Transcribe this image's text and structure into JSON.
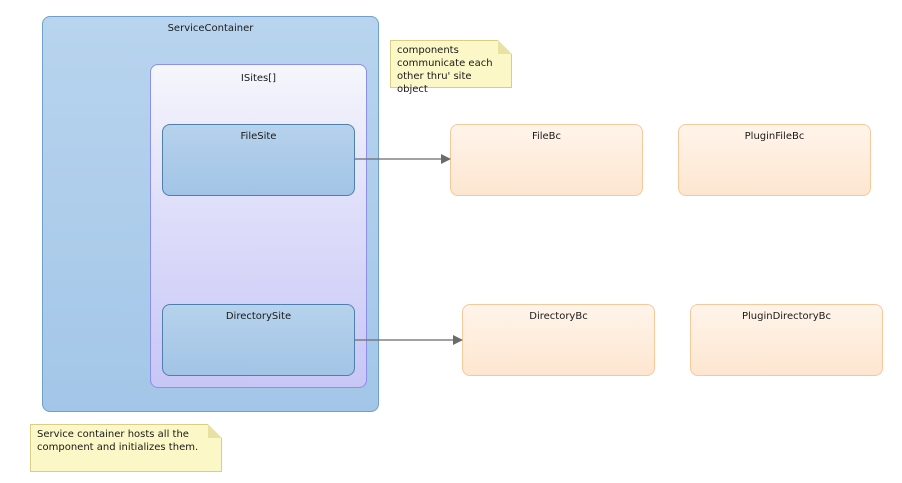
{
  "service_container": {
    "label": "ServiceContainer"
  },
  "isites": {
    "label": "ISites[]"
  },
  "sites": {
    "file_site": "FileSite",
    "directory_site": "DirectorySite"
  },
  "components": {
    "file_bc": "FileBc",
    "plugin_file_bc": "PluginFileBc",
    "directory_bc": "DirectoryBc",
    "plugin_directory_bc": "PluginDirectoryBc"
  },
  "notes": {
    "top": "components\ncommunicate each\nother thru' site object",
    "bottom": "Service container hosts all the\ncomponent and initializes them."
  },
  "colors": {
    "container_blue": "#a3c6e8",
    "isites_purple": "#c8c6f6",
    "component_orange": "#fde6d0",
    "note_yellow": "#fbf7c6",
    "connector_gray": "#6b6b6b"
  }
}
